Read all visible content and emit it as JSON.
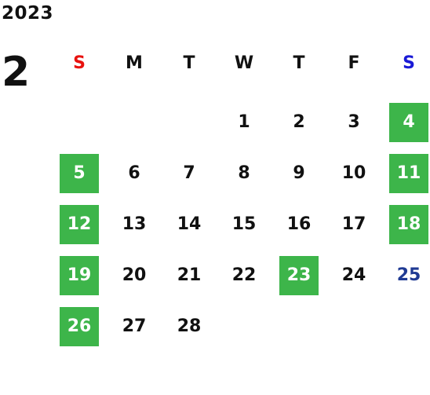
{
  "header": {
    "year": "2023",
    "month": "2"
  },
  "weekdays": [
    "S",
    "M",
    "T",
    "W",
    "T",
    "F",
    "S"
  ],
  "colors": {
    "highlight": "#3db54a",
    "sunday_header": "#e8120f",
    "saturday_header": "#1a1ad6",
    "saturday_text": "#1f3a93"
  },
  "days": [
    {
      "label": "1",
      "highlight": false
    },
    {
      "label": "2",
      "highlight": false
    },
    {
      "label": "3",
      "highlight": false
    },
    {
      "label": "4",
      "highlight": true
    },
    {
      "label": "5",
      "highlight": true
    },
    {
      "label": "6",
      "highlight": false
    },
    {
      "label": "7",
      "highlight": false
    },
    {
      "label": "8",
      "highlight": false
    },
    {
      "label": "9",
      "highlight": false
    },
    {
      "label": "10",
      "highlight": false
    },
    {
      "label": "11",
      "highlight": true
    },
    {
      "label": "12",
      "highlight": true
    },
    {
      "label": "13",
      "highlight": false
    },
    {
      "label": "14",
      "highlight": false
    },
    {
      "label": "15",
      "highlight": false
    },
    {
      "label": "16",
      "highlight": false
    },
    {
      "label": "17",
      "highlight": false
    },
    {
      "label": "18",
      "highlight": true
    },
    {
      "label": "19",
      "highlight": true
    },
    {
      "label": "20",
      "highlight": false
    },
    {
      "label": "21",
      "highlight": false
    },
    {
      "label": "22",
      "highlight": false
    },
    {
      "label": "23",
      "highlight": true
    },
    {
      "label": "24",
      "highlight": false
    },
    {
      "label": "25",
      "highlight": false
    },
    {
      "label": "26",
      "highlight": true
    },
    {
      "label": "27",
      "highlight": false
    },
    {
      "label": "28",
      "highlight": false
    }
  ]
}
